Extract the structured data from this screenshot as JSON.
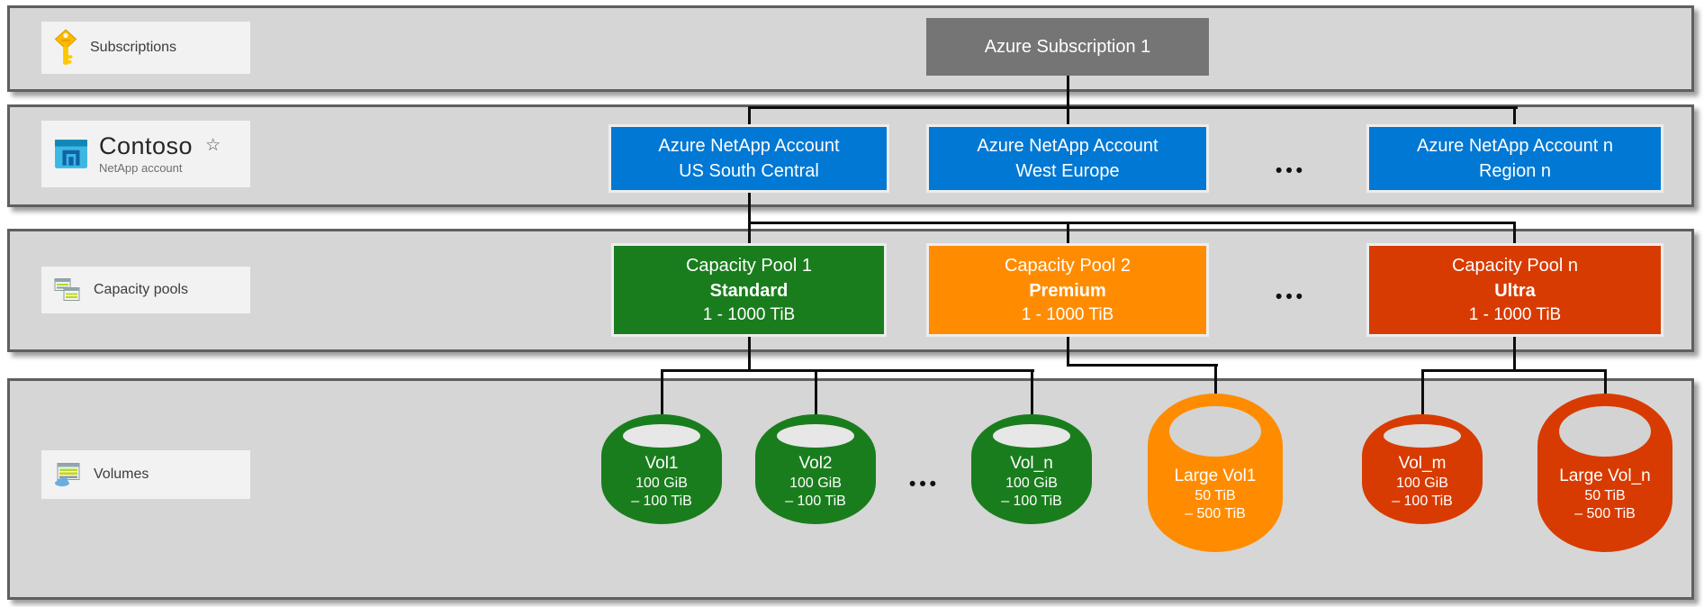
{
  "lanes": [
    {
      "label": "Subscriptions",
      "icon": "key-icon"
    },
    {
      "label": "Contoso",
      "sublabel": "NetApp account",
      "star": "☆",
      "icon": "netapp-account-icon"
    },
    {
      "label": "Capacity pools",
      "icon": "capacity-pools-icon"
    },
    {
      "label": "Volumes",
      "icon": "volumes-icon"
    }
  ],
  "subscription": {
    "label": "Azure Subscription 1"
  },
  "accounts": {
    "ellipsis": "•••",
    "items": [
      {
        "line1": "Azure NetApp Account",
        "line2": "US South Central"
      },
      {
        "line1": "Azure NetApp Account",
        "line2": "West Europe"
      },
      {
        "line1": "Azure NetApp Account n",
        "line2": "Region n"
      }
    ]
  },
  "pools": {
    "ellipsis": "•••",
    "items": [
      {
        "name": "Capacity Pool 1",
        "tier": "Standard",
        "range": "1 - 1000 TiB",
        "color": "#1a7d1d"
      },
      {
        "name": "Capacity Pool 2",
        "tier": "Premium",
        "range": "1 - 1000 TiB",
        "color": "#ff8c00"
      },
      {
        "name": "Capacity Pool n",
        "tier": "Ultra",
        "range": "1 - 1000 TiB",
        "color": "#d83b01"
      }
    ]
  },
  "volumes": {
    "ellipsis": "•••",
    "items": [
      {
        "name": "Vol1",
        "size1": "100 GiB",
        "size2": "– 100 TiB",
        "color": "#1a7d1d",
        "large": false
      },
      {
        "name": "Vol2",
        "size1": "100 GiB",
        "size2": "– 100 TiB",
        "color": "#1a7d1d",
        "large": false
      },
      {
        "name": "Vol_n",
        "size1": "100 GiB",
        "size2": "– 100 TiB",
        "color": "#1a7d1d",
        "large": false
      },
      {
        "name": "Large Vol1",
        "size1": "50 TiB",
        "size2": "– 500 TiB",
        "color": "#ff8c00",
        "large": true
      },
      {
        "name": "Vol_m",
        "size1": "100 GiB",
        "size2": "– 100 TiB",
        "color": "#d83b01",
        "large": false
      },
      {
        "name": "Large Vol_n",
        "size1": "50 TiB",
        "size2": "– 500 TiB",
        "color": "#d83b01",
        "large": true
      }
    ]
  },
  "colors": {
    "band_fill": "#d6d6d6",
    "band_border": "#5f5f5f",
    "chip_fill": "#f2f2f2",
    "subscription_gray": "#757575",
    "account_blue": "#0078d4",
    "pool_standard_green": "#1a7d1d",
    "pool_premium_orange": "#ff8c00",
    "pool_ultra_red": "#d83b01",
    "connector_black": "#0d0d0d"
  }
}
